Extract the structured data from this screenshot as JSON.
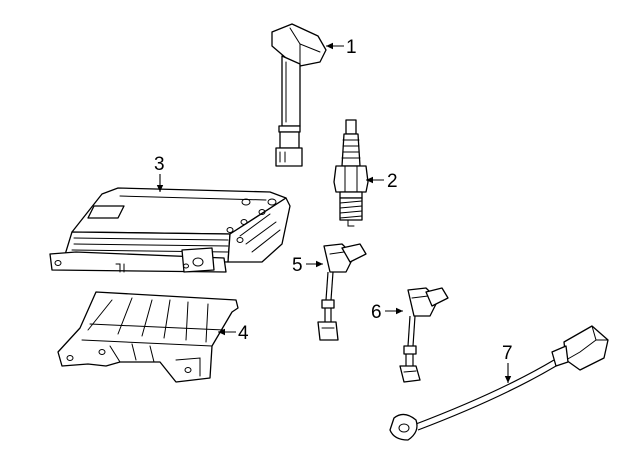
{
  "callouts": [
    {
      "id": "1",
      "label": "1"
    },
    {
      "id": "2",
      "label": "2"
    },
    {
      "id": "3",
      "label": "3"
    },
    {
      "id": "4",
      "label": "4"
    },
    {
      "id": "5",
      "label": "5"
    },
    {
      "id": "6",
      "label": "6"
    },
    {
      "id": "7",
      "label": "7"
    }
  ],
  "colors": {
    "line": "#000000",
    "fill": "#ffffff"
  }
}
